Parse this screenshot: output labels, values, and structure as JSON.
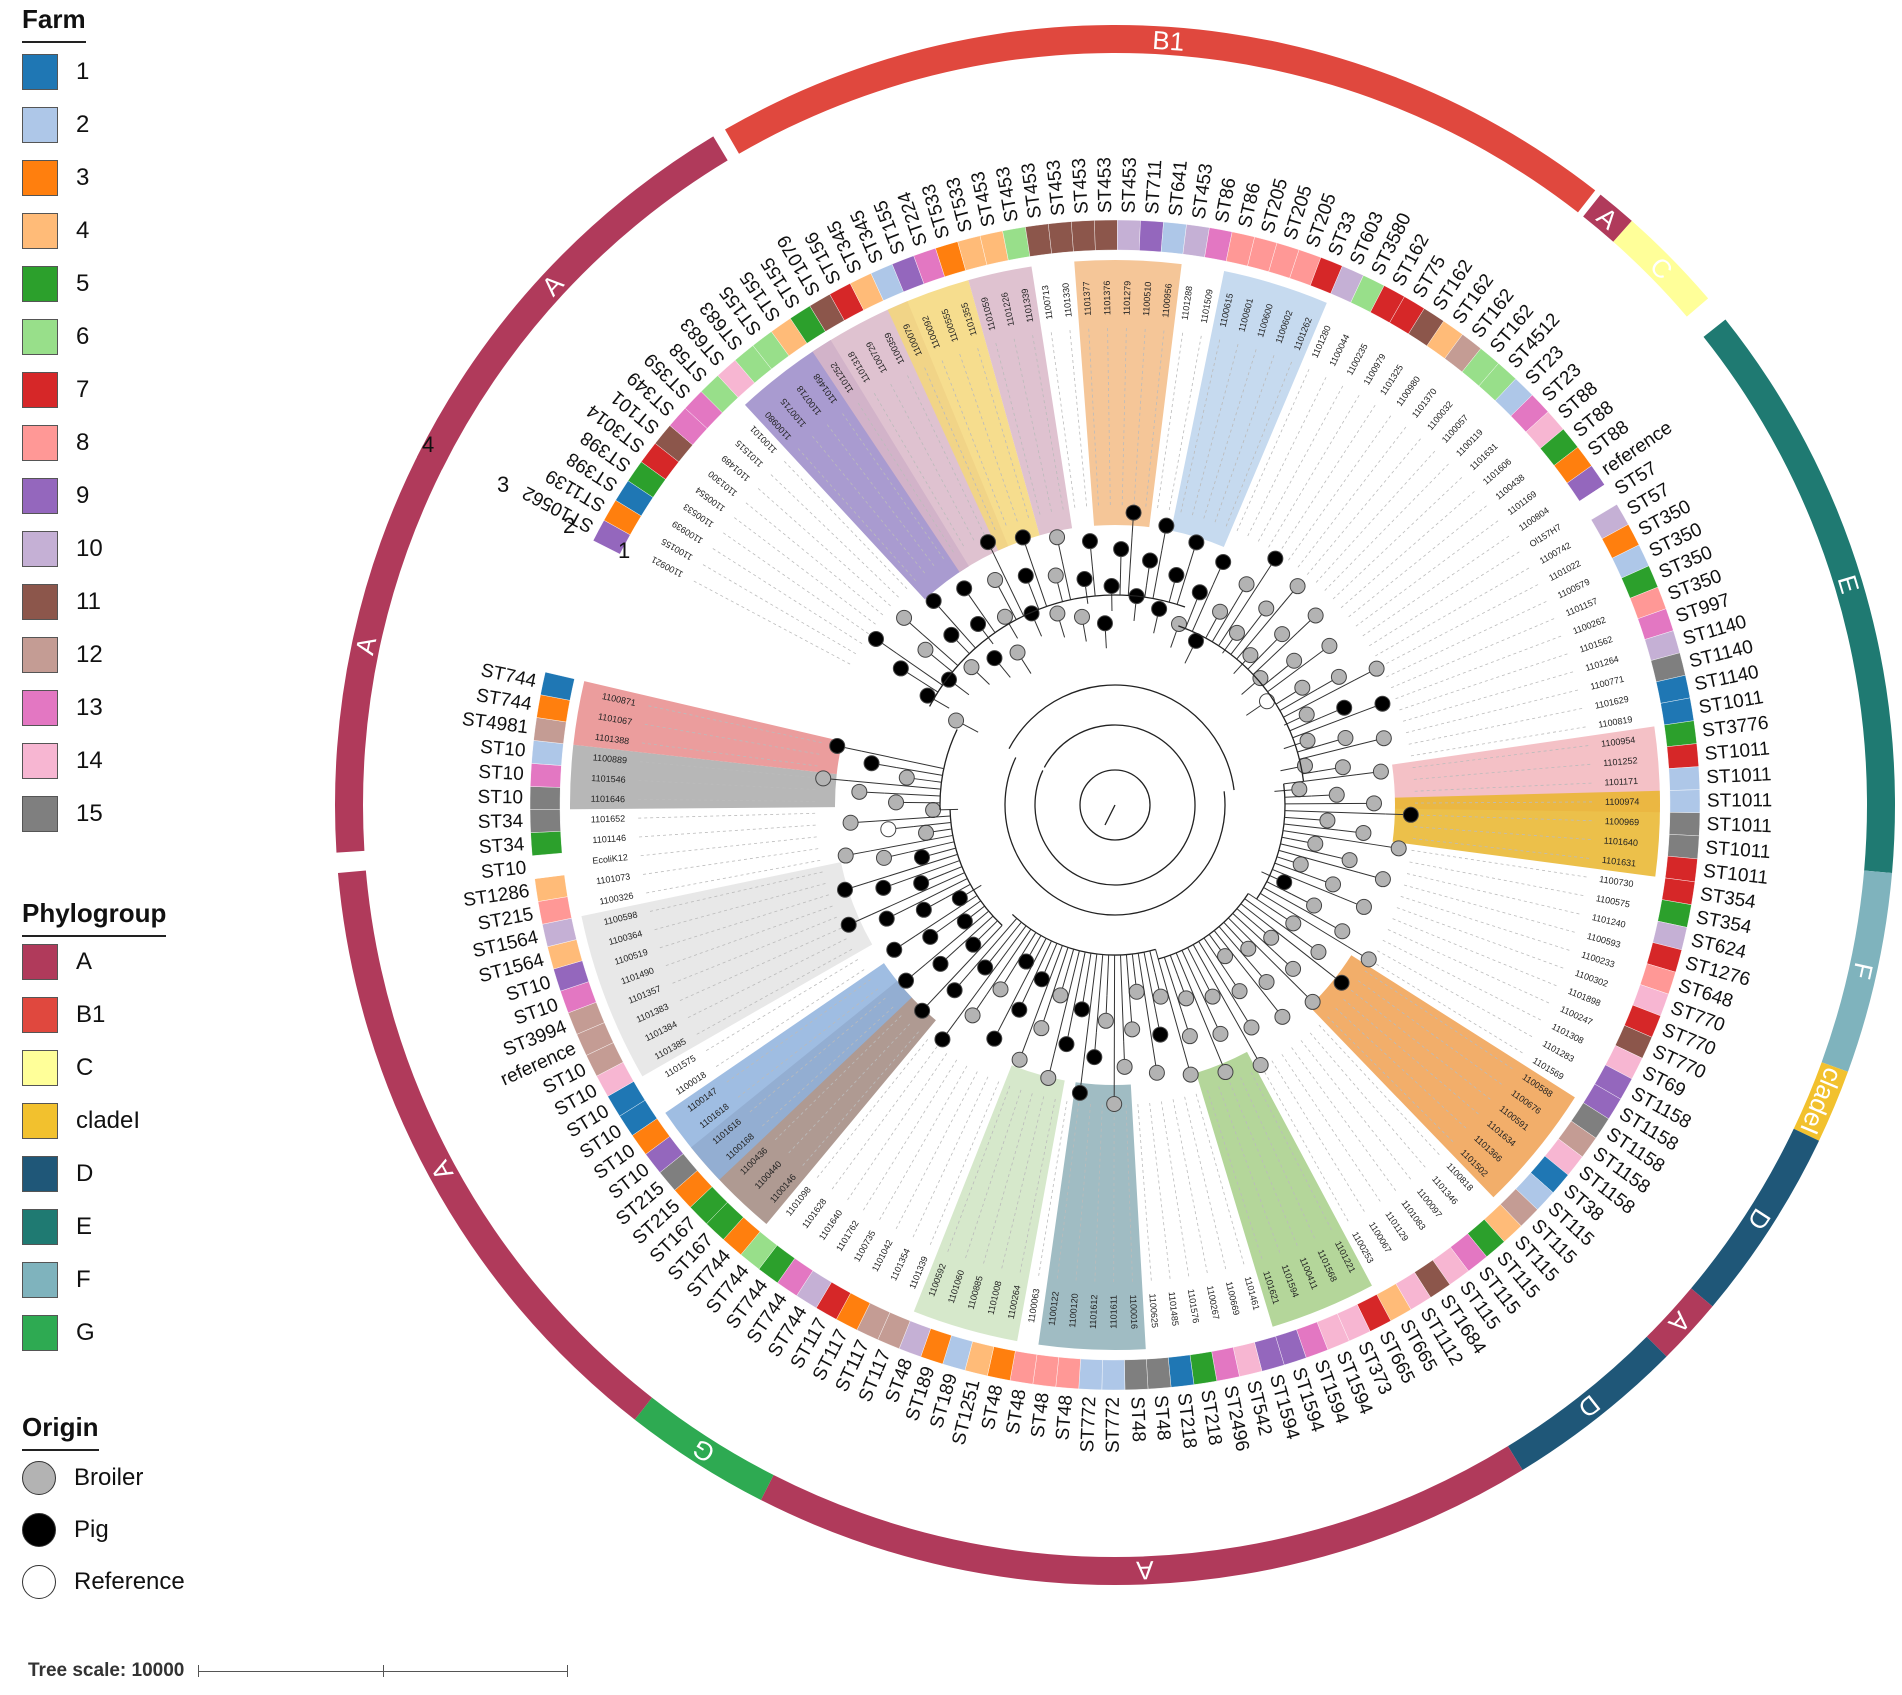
{
  "legend": {
    "farm": {
      "title": "Farm",
      "items": [
        {
          "label": "1",
          "color": "#1f77b4"
        },
        {
          "label": "2",
          "color": "#aec7e8"
        },
        {
          "label": "3",
          "color": "#ff7f0e"
        },
        {
          "label": "4",
          "color": "#ffbb78"
        },
        {
          "label": "5",
          "color": "#2ca02c"
        },
        {
          "label": "6",
          "color": "#98df8a"
        },
        {
          "label": "7",
          "color": "#d62728"
        },
        {
          "label": "8",
          "color": "#ff9896"
        },
        {
          "label": "9",
          "color": "#9467bd"
        },
        {
          "label": "10",
          "color": "#c5b0d5"
        },
        {
          "label": "11",
          "color": "#8c564b"
        },
        {
          "label": "12",
          "color": "#c49c94"
        },
        {
          "label": "13",
          "color": "#e377c2"
        },
        {
          "label": "14",
          "color": "#f7b6d2"
        },
        {
          "label": "15",
          "color": "#7f7f7f"
        }
      ]
    },
    "phylogroup": {
      "title": "Phylogroup",
      "items": [
        {
          "label": "A",
          "color": "#b03a5b"
        },
        {
          "label": "B1",
          "color": "#e0483e"
        },
        {
          "label": "C",
          "color": "#ffff99"
        },
        {
          "label": "cladeI",
          "color": "#f2c12e"
        },
        {
          "label": "D",
          "color": "#1f5778"
        },
        {
          "label": "E",
          "color": "#1f7a72"
        },
        {
          "label": "F",
          "color": "#7fb3bd"
        },
        {
          "label": "G",
          "color": "#2eaa52"
        }
      ]
    },
    "origin": {
      "title": "Origin",
      "items": [
        {
          "label": "Broiler",
          "color": "#b3b3b3"
        },
        {
          "label": "Pig",
          "color": "#000000"
        },
        {
          "label": "Reference",
          "color": "#ffffff"
        }
      ]
    }
  },
  "ring_numbers": [
    "1",
    "2",
    "3",
    "4"
  ],
  "tree_scale": "Tree scale: 10000",
  "leaves": [
    {
      "st": "ST10562",
      "id": "1100921",
      "farm": 9,
      "origin": "Broiler"
    },
    {
      "st": "ST1139",
      "id": "1100155",
      "farm": 3,
      "origin": "Pig"
    },
    {
      "st": "ST398",
      "id": "1100939",
      "farm": 1,
      "origin": "Pig"
    },
    {
      "st": "ST398",
      "id": "1100533",
      "farm": 5,
      "origin": "Pig"
    },
    {
      "st": "ST3014",
      "id": "1100554",
      "farm": 7,
      "origin": "Pig"
    },
    {
      "st": "ST101",
      "id": "1101300",
      "farm": 11,
      "origin": "Broiler"
    },
    {
      "st": "ST349",
      "id": "1101489",
      "farm": 13,
      "origin": "Broiler"
    },
    {
      "st": "ST359",
      "id": "1101515",
      "farm": 13,
      "origin": "Broiler"
    },
    {
      "st": "ST58",
      "id": "1100101",
      "farm": 6,
      "origin": "Pig"
    },
    {
      "st": "ST683",
      "id": "1100980",
      "farm": 14,
      "origin": "Pig"
    },
    {
      "st": "ST683",
      "id": "1100715",
      "farm": 6,
      "origin": "Pig"
    },
    {
      "st": "ST155",
      "id": "1100718",
      "farm": 6,
      "origin": "Pig"
    },
    {
      "st": "ST155",
      "id": "1101468",
      "farm": 4,
      "origin": "Pig"
    },
    {
      "st": "ST155",
      "id": "1101252",
      "farm": 5,
      "origin": "Broiler"
    },
    {
      "st": "ST1079",
      "id": "1101318",
      "farm": 11,
      "origin": "Broiler"
    },
    {
      "st": "ST156",
      "id": "1100729",
      "farm": 7,
      "origin": "Broiler"
    },
    {
      "st": "ST345",
      "id": "1100359",
      "farm": 4,
      "origin": "Pig"
    },
    {
      "st": "ST345",
      "id": "1100079",
      "farm": 2,
      "origin": "Pig"
    },
    {
      "st": "ST155",
      "id": "1100092",
      "farm": 9,
      "origin": "Pig"
    },
    {
      "st": "ST224",
      "id": "1100555",
      "farm": 13,
      "origin": "Pig"
    },
    {
      "st": "ST533",
      "id": "1101355",
      "farm": 3,
      "origin": "Broiler"
    },
    {
      "st": "ST533",
      "id": "1101059",
      "farm": 4,
      "origin": "Broiler"
    },
    {
      "st": "ST453",
      "id": "1101226",
      "farm": 4,
      "origin": "Broiler"
    },
    {
      "st": "ST453",
      "id": "1101339",
      "farm": 6,
      "origin": "Broiler"
    },
    {
      "st": "ST453",
      "id": "1100713",
      "farm": 11,
      "origin": "Pig"
    },
    {
      "st": "ST453",
      "id": "1101330",
      "farm": 11,
      "origin": "Pig"
    },
    {
      "st": "ST453",
      "id": "1101377",
      "farm": 11,
      "origin": "Pig"
    },
    {
      "st": "ST453",
      "id": "1101376",
      "farm": 11,
      "origin": "Pig"
    },
    {
      "st": "ST453",
      "id": "1101279",
      "farm": 10,
      "origin": "Pig"
    },
    {
      "st": "ST711",
      "id": "1100510",
      "farm": 9,
      "origin": "Pig"
    },
    {
      "st": "ST641",
      "id": "1100956",
      "farm": 2,
      "origin": "Pig"
    },
    {
      "st": "ST453",
      "id": "1101288",
      "farm": 10,
      "origin": "Pig"
    },
    {
      "st": "ST86",
      "id": "1101509",
      "farm": 13,
      "origin": "Pig"
    },
    {
      "st": "ST86",
      "id": "1100615",
      "farm": 8,
      "origin": "Pig"
    },
    {
      "st": "ST205",
      "id": "1100601",
      "farm": 8,
      "origin": "Pig"
    },
    {
      "st": "ST205",
      "id": "1100600",
      "farm": 8,
      "origin": "Pig"
    },
    {
      "st": "ST205",
      "id": "1100602",
      "farm": 8,
      "origin": "Broiler"
    },
    {
      "st": "ST33",
      "id": "1101262",
      "farm": 7,
      "origin": "Pig"
    },
    {
      "st": "ST603",
      "id": "1101280",
      "farm": 10,
      "origin": "Pig"
    },
    {
      "st": "ST3580",
      "id": "1100044",
      "farm": 6,
      "origin": "Pig"
    },
    {
      "st": "ST162",
      "id": "1100235",
      "farm": 7,
      "origin": "Broiler"
    },
    {
      "st": "ST75",
      "id": "1100979",
      "farm": 7,
      "origin": "Broiler"
    },
    {
      "st": "ST162",
      "id": "1101325",
      "farm": 11,
      "origin": "Pig"
    },
    {
      "st": "ST162",
      "id": "1100980",
      "farm": 4,
      "origin": "Broiler"
    },
    {
      "st": "ST162",
      "id": "1101370",
      "farm": 12,
      "origin": "Broiler"
    },
    {
      "st": "ST162",
      "id": "1100032",
      "farm": 6,
      "origin": "Broiler"
    },
    {
      "st": "ST4512",
      "id": "1100057",
      "farm": 6,
      "origin": "Broiler"
    },
    {
      "st": "ST23",
      "id": "1100119",
      "farm": 2,
      "origin": "Broiler"
    },
    {
      "st": "ST23",
      "id": "1101631",
      "farm": 13,
      "origin": "Broiler"
    },
    {
      "st": "ST88",
      "id": "1101606",
      "farm": 14,
      "origin": "Broiler"
    },
    {
      "st": "ST88",
      "id": "1100438",
      "farm": 5,
      "origin": "Broiler"
    },
    {
      "st": "ST88",
      "id": "1101169",
      "farm": 3,
      "origin": "Broiler"
    },
    {
      "st": "reference",
      "id": "1100804",
      "farm": 9,
      "origin": "Reference"
    },
    {
      "st": "ST57",
      "id": "Ol157H7",
      "farm": 0,
      "origin": "Broiler"
    },
    {
      "st": "ST57",
      "id": "1100742",
      "farm": 10,
      "origin": "Broiler"
    },
    {
      "st": "ST350",
      "id": "1101022",
      "farm": 3,
      "origin": "Broiler"
    },
    {
      "st": "ST350",
      "id": "1100579",
      "farm": 2,
      "origin": "Broiler"
    },
    {
      "st": "ST350",
      "id": "1101157",
      "farm": 5,
      "origin": "Pig"
    },
    {
      "st": "ST350",
      "id": "1100262",
      "farm": 8,
      "origin": "Pig"
    },
    {
      "st": "ST997",
      "id": "1101562",
      "farm": 13,
      "origin": "Broiler"
    },
    {
      "st": "ST1140",
      "id": "1101264",
      "farm": 10,
      "origin": "Broiler"
    },
    {
      "st": "ST1140",
      "id": "1100771",
      "farm": 15,
      "origin": "Broiler"
    },
    {
      "st": "ST1140",
      "id": "1101629",
      "farm": 1,
      "origin": "Broiler"
    },
    {
      "st": "ST1011",
      "id": "1100819",
      "farm": 1,
      "origin": "Broiler"
    },
    {
      "st": "ST3776",
      "id": "1100954",
      "farm": 5,
      "origin": "Broiler"
    },
    {
      "st": "ST1011",
      "id": "1101252",
      "farm": 7,
      "origin": "Broiler"
    },
    {
      "st": "ST1011",
      "id": "1101171",
      "farm": 2,
      "origin": "Broiler"
    },
    {
      "st": "ST1011",
      "id": "1100974",
      "farm": 2,
      "origin": "Broiler"
    },
    {
      "st": "ST1011",
      "id": "1100969",
      "farm": 15,
      "origin": "Pig"
    },
    {
      "st": "ST1011",
      "id": "1101640",
      "farm": 15,
      "origin": "Broiler"
    },
    {
      "st": "ST1011",
      "id": "1101631",
      "farm": 7,
      "origin": "Broiler"
    },
    {
      "st": "ST354",
      "id": "1100730",
      "farm": 7,
      "origin": "Broiler"
    },
    {
      "st": "ST354",
      "id": "1100575",
      "farm": 5,
      "origin": "Broiler"
    },
    {
      "st": "ST624",
      "id": "1101240",
      "farm": 10,
      "origin": "Broiler"
    },
    {
      "st": "ST1276",
      "id": "1100593",
      "farm": 7,
      "origin": "Broiler"
    },
    {
      "st": "ST648",
      "id": "1100233",
      "farm": 8,
      "origin": "Broiler"
    },
    {
      "st": "ST770",
      "id": "1100302",
      "farm": 14,
      "origin": "Broiler"
    },
    {
      "st": "ST770",
      "id": "1101898",
      "farm": 7,
      "origin": "Broiler"
    },
    {
      "st": "ST770",
      "id": "1100247",
      "farm": 11,
      "origin": "Pig"
    },
    {
      "st": "ST69",
      "id": "1101308",
      "farm": 14,
      "origin": "Broiler"
    },
    {
      "st": "ST1158",
      "id": "1101283",
      "farm": 9,
      "origin": "Broiler"
    },
    {
      "st": "ST1158",
      "id": "1101569",
      "farm": 9,
      "origin": "Broiler"
    },
    {
      "st": "ST1158",
      "id": "1100588",
      "farm": 15,
      "origin": "Broiler"
    },
    {
      "st": "ST1158",
      "id": "1100676",
      "farm": 12,
      "origin": "Broiler"
    },
    {
      "st": "ST1158",
      "id": "1100591",
      "farm": 14,
      "origin": "Pig"
    },
    {
      "st": "ST38",
      "id": "1101634",
      "farm": 1,
      "origin": "Broiler"
    },
    {
      "st": "ST115",
      "id": "1101366",
      "farm": 2,
      "origin": "Broiler"
    },
    {
      "st": "ST115",
      "id": "1101502",
      "farm": 12,
      "origin": "Broiler"
    },
    {
      "st": "ST115",
      "id": "1100818",
      "farm": 4,
      "origin": "Broiler"
    },
    {
      "st": "ST115",
      "id": "1101346",
      "farm": 5,
      "origin": "Broiler"
    },
    {
      "st": "ST115",
      "id": "1100097",
      "farm": 13,
      "origin": "Broiler"
    },
    {
      "st": "ST115",
      "id": "1101083",
      "farm": 14,
      "origin": "Broiler"
    },
    {
      "st": "ST1684",
      "id": "1101129",
      "farm": 11,
      "origin": "Broiler"
    },
    {
      "st": "ST1112",
      "id": "1100067",
      "farm": 14,
      "origin": "Broiler"
    },
    {
      "st": "ST665",
      "id": "1100253",
      "farm": 4,
      "origin": "Broiler"
    },
    {
      "st": "ST665",
      "id": "1101221",
      "farm": 7,
      "origin": "Broiler"
    },
    {
      "st": "ST373",
      "id": "1101568",
      "farm": 14,
      "origin": "Broiler"
    },
    {
      "st": "ST1594",
      "id": "1100411",
      "farm": 14,
      "origin": "Broiler"
    },
    {
      "st": "ST1594",
      "id": "1101594",
      "farm": 13,
      "origin": "Broiler"
    },
    {
      "st": "ST1594",
      "id": "1101621",
      "farm": 9,
      "origin": "Broiler"
    },
    {
      "st": "ST1594",
      "id": "1101461",
      "farm": 9,
      "origin": "Broiler"
    },
    {
      "st": "ST542",
      "id": "1100669",
      "farm": 14,
      "origin": "Broiler"
    },
    {
      "st": "ST2496",
      "id": "1100267",
      "farm": 13,
      "origin": "Pig"
    },
    {
      "st": "ST218",
      "id": "1101576",
      "farm": 5,
      "origin": "Broiler"
    },
    {
      "st": "ST218",
      "id": "1101485",
      "farm": 1,
      "origin": "Broiler"
    },
    {
      "st": "ST48",
      "id": "1100625",
      "farm": 15,
      "origin": "Broiler"
    },
    {
      "st": "ST48",
      "id": "1100016",
      "farm": 15,
      "origin": "Broiler"
    },
    {
      "st": "ST772",
      "id": "1101611",
      "farm": 2,
      "origin": "Broiler"
    },
    {
      "st": "ST772",
      "id": "1101612",
      "farm": 2,
      "origin": "Broiler"
    },
    {
      "st": "ST48",
      "id": "1100120",
      "farm": 8,
      "origin": "Pig"
    },
    {
      "st": "ST48",
      "id": "1100122",
      "farm": 8,
      "origin": "Pig"
    },
    {
      "st": "ST48",
      "id": "1100063",
      "farm": 8,
      "origin": "Pig"
    },
    {
      "st": "ST48",
      "id": "1100264",
      "farm": 3,
      "origin": "Pig"
    },
    {
      "st": "ST1251",
      "id": "1101008",
      "farm": 4,
      "origin": "Broiler"
    },
    {
      "st": "ST189",
      "id": "1100885",
      "farm": 2,
      "origin": "Broiler"
    },
    {
      "st": "ST189",
      "id": "1101060",
      "farm": 3,
      "origin": "Broiler"
    },
    {
      "st": "ST48",
      "id": "1100592",
      "farm": 10,
      "origin": "Broiler"
    },
    {
      "st": "ST117",
      "id": "1101339",
      "farm": 12,
      "origin": "Pig"
    },
    {
      "st": "ST117",
      "id": "1101354",
      "farm": 12,
      "origin": "Pig"
    },
    {
      "st": "ST117",
      "id": "1101042",
      "farm": 3,
      "origin": "Pig"
    },
    {
      "st": "ST117",
      "id": "1100735",
      "farm": 7,
      "origin": "Pig"
    },
    {
      "st": "ST744",
      "id": "1101762",
      "farm": 10,
      "origin": "Broiler"
    },
    {
      "st": "ST744",
      "id": "1101640",
      "farm": 13,
      "origin": "Broiler"
    },
    {
      "st": "ST744",
      "id": "1101628",
      "farm": 5,
      "origin": "Pig"
    },
    {
      "st": "ST744",
      "id": "1101098",
      "farm": 6,
      "origin": "Pig"
    },
    {
      "st": "ST744",
      "id": "1100146",
      "farm": 3,
      "origin": "Pig"
    },
    {
      "st": "ST167",
      "id": "1100440",
      "farm": 5,
      "origin": "Pig"
    },
    {
      "st": "ST167",
      "id": "1100436",
      "farm": 5,
      "origin": "Pig"
    },
    {
      "st": "ST215",
      "id": "1100168",
      "farm": 3,
      "origin": "Pig"
    },
    {
      "st": "ST215",
      "id": "1101616",
      "farm": 15,
      "origin": "Pig"
    },
    {
      "st": "ST10",
      "id": "1101618",
      "farm": 9,
      "origin": "Pig"
    },
    {
      "st": "ST10",
      "id": "1100147",
      "farm": 3,
      "origin": "Pig"
    },
    {
      "st": "ST10",
      "id": "1100018",
      "farm": 1,
      "origin": "Pig"
    },
    {
      "st": "ST10",
      "id": "1101575",
      "farm": 1,
      "origin": "Pig"
    },
    {
      "st": "ST10",
      "id": "1101385",
      "farm": 14,
      "origin": "Pig"
    },
    {
      "st": "ST10",
      "id": "1101384",
      "farm": 12,
      "origin": "Pig"
    },
    {
      "st": "reference",
      "id": "1101383",
      "farm": 12,
      "origin": "Pig"
    },
    {
      "st": "ST3994",
      "id": "1101357",
      "farm": 12,
      "origin": "Pig"
    },
    {
      "st": "ST10",
      "id": "1101490",
      "farm": 13,
      "origin": "Pig"
    },
    {
      "st": "ST10",
      "id": "1100519",
      "farm": 9,
      "origin": "Pig"
    },
    {
      "st": "ST1564",
      "id": "1100364",
      "farm": 4,
      "origin": "Pig"
    },
    {
      "st": "ST1564",
      "id": "1100598",
      "farm": 10,
      "origin": "Broiler"
    },
    {
      "st": "ST215",
      "id": "1100326",
      "farm": 8,
      "origin": "Broiler"
    },
    {
      "st": "ST1286",
      "id": "1101073",
      "farm": 4,
      "origin": "Broiler"
    },
    {
      "st": "ST10",
      "id": "EcoliK12",
      "farm": 0,
      "origin": "Reference"
    },
    {
      "st": "ST34",
      "id": "1101146",
      "farm": 5,
      "origin": "Broiler"
    },
    {
      "st": "ST34",
      "id": "1101652",
      "farm": 15,
      "origin": "Broiler"
    },
    {
      "st": "ST10",
      "id": "1101646",
      "farm": 15,
      "origin": "Broiler"
    },
    {
      "st": "ST10",
      "id": "1101546",
      "farm": 13,
      "origin": "Broiler"
    },
    {
      "st": "ST10",
      "id": "1100889",
      "farm": 2,
      "origin": "Broiler"
    },
    {
      "st": "ST4981",
      "id": "1101388",
      "farm": 12,
      "origin": "Broiler"
    },
    {
      "st": "ST744",
      "id": "1101067",
      "farm": 3,
      "origin": "Pig"
    },
    {
      "st": "ST744",
      "id": "1100871",
      "farm": 1,
      "origin": "Pig"
    }
  ],
  "outer_ring_labels": [
    "B1",
    "A",
    "C",
    "E",
    "F",
    "cladeI",
    "D",
    "A",
    "D",
    "A",
    "G",
    "A",
    "A",
    "A"
  ]
}
